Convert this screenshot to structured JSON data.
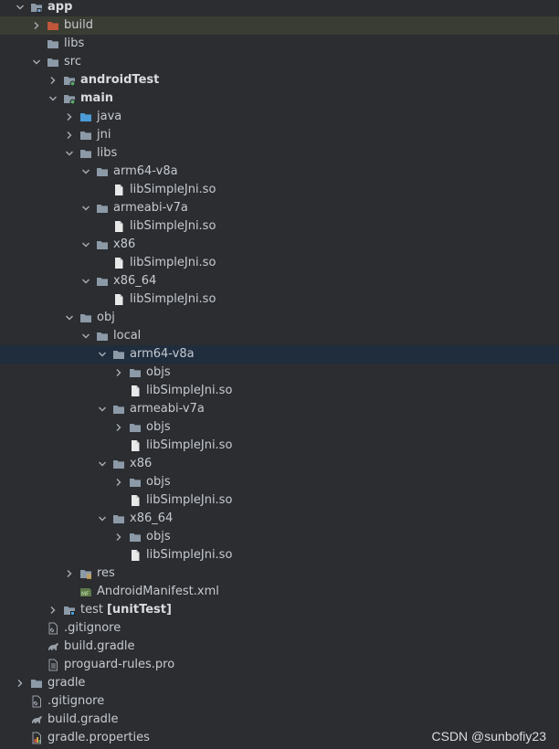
{
  "tree": {
    "rows": [
      {
        "label": "app",
        "depth": 0,
        "arrow": "down",
        "icon": "module-folder-icon",
        "bold": true,
        "state": ""
      },
      {
        "label": "build",
        "depth": 1,
        "arrow": "right",
        "icon": "excluded-folder-icon",
        "bold": false,
        "state": "hl"
      },
      {
        "label": "libs",
        "depth": 1,
        "arrow": "none",
        "icon": "folder-icon",
        "bold": false,
        "state": ""
      },
      {
        "label": "src",
        "depth": 1,
        "arrow": "down",
        "icon": "folder-icon",
        "bold": false,
        "state": ""
      },
      {
        "label": "androidTest",
        "depth": 2,
        "arrow": "right",
        "icon": "source-set-folder-icon",
        "bold": true,
        "state": ""
      },
      {
        "label": "main",
        "depth": 2,
        "arrow": "down",
        "icon": "source-set-folder-icon",
        "bold": true,
        "state": ""
      },
      {
        "label": "java",
        "depth": 3,
        "arrow": "right",
        "icon": "source-folder-icon",
        "bold": false,
        "state": ""
      },
      {
        "label": "jni",
        "depth": 3,
        "arrow": "right",
        "icon": "folder-icon",
        "bold": false,
        "state": ""
      },
      {
        "label": "libs",
        "depth": 3,
        "arrow": "down",
        "icon": "folder-icon",
        "bold": false,
        "state": ""
      },
      {
        "label": "arm64-v8a",
        "depth": 4,
        "arrow": "down",
        "icon": "folder-icon",
        "bold": false,
        "state": ""
      },
      {
        "label": "libSimpleJni.so",
        "depth": 5,
        "arrow": "none",
        "icon": "file-icon",
        "bold": false,
        "state": ""
      },
      {
        "label": "armeabi-v7a",
        "depth": 4,
        "arrow": "down",
        "icon": "folder-icon",
        "bold": false,
        "state": ""
      },
      {
        "label": "libSimpleJni.so",
        "depth": 5,
        "arrow": "none",
        "icon": "file-icon",
        "bold": false,
        "state": ""
      },
      {
        "label": "x86",
        "depth": 4,
        "arrow": "down",
        "icon": "folder-icon",
        "bold": false,
        "state": ""
      },
      {
        "label": "libSimpleJni.so",
        "depth": 5,
        "arrow": "none",
        "icon": "file-icon",
        "bold": false,
        "state": ""
      },
      {
        "label": "x86_64",
        "depth": 4,
        "arrow": "down",
        "icon": "folder-icon",
        "bold": false,
        "state": ""
      },
      {
        "label": "libSimpleJni.so",
        "depth": 5,
        "arrow": "none",
        "icon": "file-icon",
        "bold": false,
        "state": ""
      },
      {
        "label": "obj",
        "depth": 3,
        "arrow": "down",
        "icon": "folder-icon",
        "bold": false,
        "state": ""
      },
      {
        "label": "local",
        "depth": 4,
        "arrow": "down",
        "icon": "folder-icon",
        "bold": false,
        "state": ""
      },
      {
        "label": "arm64-v8a",
        "depth": 5,
        "arrow": "down",
        "icon": "folder-icon",
        "bold": false,
        "state": "sel"
      },
      {
        "label": "objs",
        "depth": 6,
        "arrow": "right",
        "icon": "folder-icon",
        "bold": false,
        "state": ""
      },
      {
        "label": "libSimpleJni.so",
        "depth": 6,
        "arrow": "none",
        "icon": "file-icon",
        "bold": false,
        "state": ""
      },
      {
        "label": "armeabi-v7a",
        "depth": 5,
        "arrow": "down",
        "icon": "folder-icon",
        "bold": false,
        "state": ""
      },
      {
        "label": "objs",
        "depth": 6,
        "arrow": "right",
        "icon": "folder-icon",
        "bold": false,
        "state": ""
      },
      {
        "label": "libSimpleJni.so",
        "depth": 6,
        "arrow": "none",
        "icon": "file-icon",
        "bold": false,
        "state": ""
      },
      {
        "label": "x86",
        "depth": 5,
        "arrow": "down",
        "icon": "folder-icon",
        "bold": false,
        "state": ""
      },
      {
        "label": "objs",
        "depth": 6,
        "arrow": "right",
        "icon": "folder-icon",
        "bold": false,
        "state": ""
      },
      {
        "label": "libSimpleJni.so",
        "depth": 6,
        "arrow": "none",
        "icon": "file-icon",
        "bold": false,
        "state": ""
      },
      {
        "label": "x86_64",
        "depth": 5,
        "arrow": "down",
        "icon": "folder-icon",
        "bold": false,
        "state": ""
      },
      {
        "label": "objs",
        "depth": 6,
        "arrow": "right",
        "icon": "folder-icon",
        "bold": false,
        "state": ""
      },
      {
        "label": "libSimpleJni.so",
        "depth": 6,
        "arrow": "none",
        "icon": "file-icon",
        "bold": false,
        "state": ""
      },
      {
        "label": "res",
        "depth": 3,
        "arrow": "right",
        "icon": "resource-folder-icon",
        "bold": false,
        "state": ""
      },
      {
        "label": "AndroidManifest.xml",
        "depth": 3,
        "arrow": "none",
        "icon": "manifest-file-icon",
        "bold": false,
        "state": ""
      },
      {
        "label": "test",
        "suffix": "[unitTest]",
        "depth": 2,
        "arrow": "right",
        "icon": "test-folder-icon",
        "bold": false,
        "state": ""
      },
      {
        "label": ".gitignore",
        "depth": 1,
        "arrow": "none",
        "icon": "gitignore-file-icon",
        "bold": false,
        "state": ""
      },
      {
        "label": "build.gradle",
        "depth": 1,
        "arrow": "none",
        "icon": "gradle-file-icon",
        "bold": false,
        "state": ""
      },
      {
        "label": "proguard-rules.pro",
        "depth": 1,
        "arrow": "none",
        "icon": "text-file-icon",
        "bold": false,
        "state": ""
      },
      {
        "label": "gradle",
        "depth": 0,
        "arrow": "right",
        "icon": "folder-icon",
        "bold": false,
        "state": ""
      },
      {
        "label": ".gitignore",
        "depth": 0,
        "arrow": "none",
        "icon": "gitignore-file-icon",
        "bold": false,
        "state": ""
      },
      {
        "label": "build.gradle",
        "depth": 0,
        "arrow": "none",
        "icon": "gradle-file-icon",
        "bold": false,
        "state": ""
      },
      {
        "label": "gradle.properties",
        "depth": 0,
        "arrow": "none",
        "icon": "properties-file-icon",
        "bold": false,
        "state": ""
      }
    ]
  },
  "watermark": "CSDN @sunbofiy23",
  "colors": {
    "background": "#2b2d30",
    "folder": "#8c9aa8",
    "excluded_folder": "#c0563a",
    "source_folder": "#4b9bd6",
    "file": "#e8e8e8",
    "highlight_row": "#3a3d33",
    "selected_row": "#1f2d3d"
  }
}
